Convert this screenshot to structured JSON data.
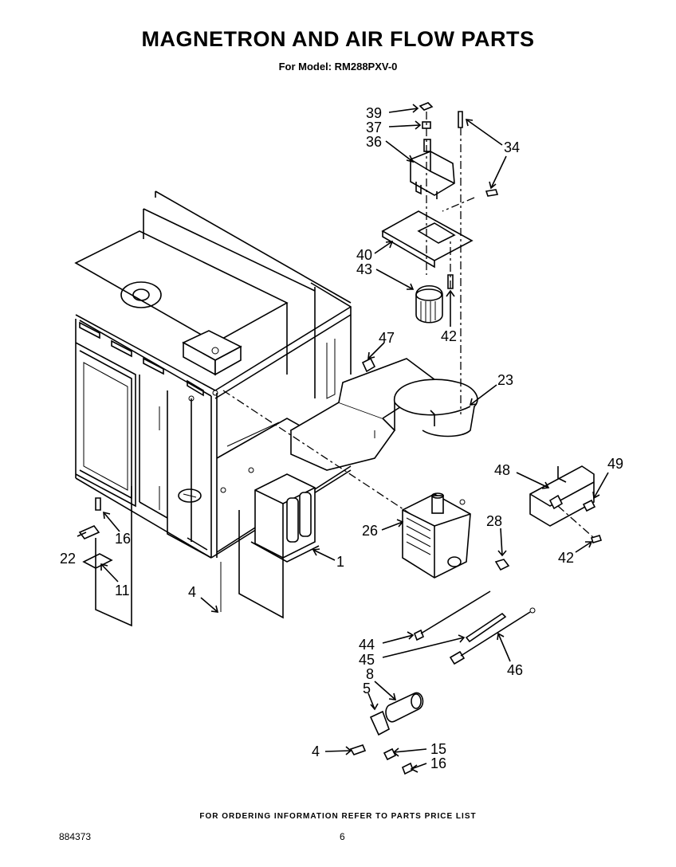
{
  "header": {
    "title": "MAGNETRON AND AIR FLOW PARTS",
    "subtitle": "For Model: RM288PXV-0"
  },
  "callouts": [
    {
      "id": "c39a",
      "label": "39"
    },
    {
      "id": "c37",
      "label": "37"
    },
    {
      "id": "c36",
      "label": "36"
    },
    {
      "id": "c34",
      "label": "34"
    },
    {
      "id": "c40",
      "label": "40"
    },
    {
      "id": "c43",
      "label": "43"
    },
    {
      "id": "c42a",
      "label": "42"
    },
    {
      "id": "c47",
      "label": "47"
    },
    {
      "id": "c23",
      "label": "23"
    },
    {
      "id": "c48",
      "label": "48"
    },
    {
      "id": "c49",
      "label": "49"
    },
    {
      "id": "c26",
      "label": "26"
    },
    {
      "id": "c28",
      "label": "28"
    },
    {
      "id": "c42b",
      "label": "42"
    },
    {
      "id": "c16a",
      "label": "16"
    },
    {
      "id": "c22",
      "label": "22"
    },
    {
      "id": "c11",
      "label": "11"
    },
    {
      "id": "c1",
      "label": "1"
    },
    {
      "id": "c4a",
      "label": "4"
    },
    {
      "id": "c44",
      "label": "44"
    },
    {
      "id": "c45",
      "label": "45"
    },
    {
      "id": "c46",
      "label": "46"
    },
    {
      "id": "c8",
      "label": "8"
    },
    {
      "id": "c5",
      "label": "5"
    },
    {
      "id": "c4b",
      "label": "4"
    },
    {
      "id": "c15",
      "label": "15"
    },
    {
      "id": "c16b",
      "label": "16"
    }
  ],
  "footer": {
    "note": "FOR ORDERING INFORMATION REFER TO PARTS PRICE LIST",
    "doc_number": "884373",
    "page_number": "6"
  }
}
